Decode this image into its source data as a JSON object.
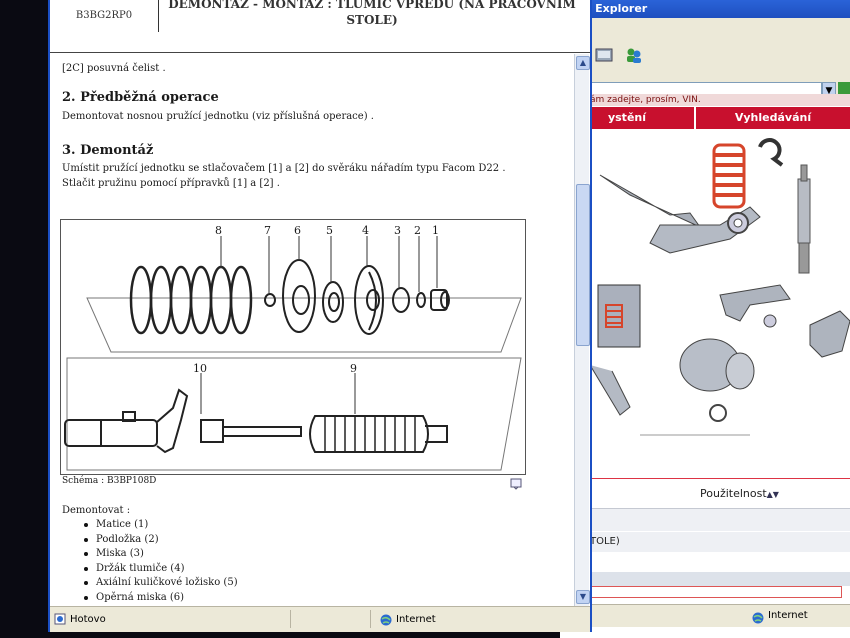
{
  "background_window": {
    "title": "t Explorer",
    "message": "ám zadejte, prosím, VIN.",
    "tabs": [
      "ystění",
      "Vyhledávání"
    ],
    "usage_label": "Použitelnost",
    "row_text": "TOLE)",
    "status_zone": "Internet",
    "colors": {
      "tab": "#c8102e",
      "titlebar": "#2a63d8"
    }
  },
  "document": {
    "header_code": "B3BG2RP0",
    "header_title_line1": "DEMONTÁŽ - MONTÁŽ : TLUMIČ VPŘEDU (NA PRACOVNÍM",
    "header_title_line2": "STOLE)",
    "first_line": "[2C] posuvná čelist .",
    "section2_heading": "2. Předběžná operace",
    "section2_text": "Demontovat nosnou pružící jednotku (viz příslušná operace) .",
    "section3_heading": "3. Demontáž",
    "section3_line1": "Umístit pružící jednotku se stlačovačem [1] a [2] do svěráku nářadím typu Facom D22 .",
    "section3_line2": "Stlačit pružinu pomocí přípravků [1] a [2] .",
    "diagram_labels": [
      "8",
      "7",
      "6",
      "5",
      "4",
      "3",
      "2",
      "1",
      "10",
      "9"
    ],
    "schema_caption": "Schéma : B3BP108D",
    "demontovat_label": "Demontovat :",
    "demontovat_items": [
      "Matice (1)",
      "Podložka (2)",
      "Miska (3)",
      "Držák tlumiče (4)",
      "Axiální kuličkové ložisko (5)",
      "Opěrná miska (6)"
    ]
  },
  "statusbar": {
    "done_label": "Hotovo",
    "zone_label": "Internet"
  }
}
